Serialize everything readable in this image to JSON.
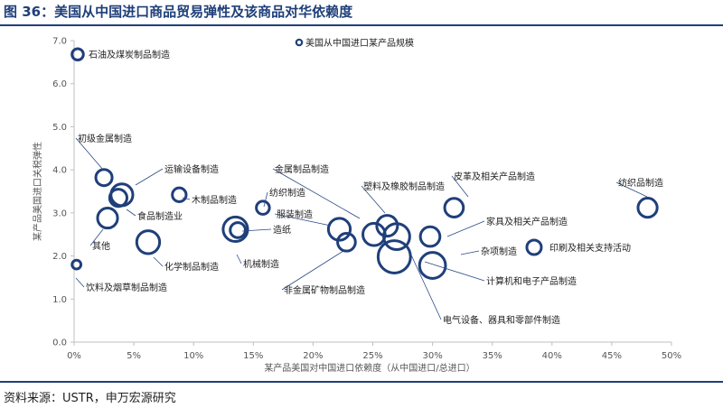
{
  "figure": {
    "title": "图 36：美国从中国进口商品贸易弹性及该商品对华依赖度",
    "source": "资料来源：USTR，申万宏源研究"
  },
  "colors": {
    "bubble": "#1f3f7a",
    "accent": "#1f3f7a",
    "axis": "#bfbfbf",
    "text": "#222222"
  },
  "chart_data": {
    "type": "scatter",
    "subtype": "bubble",
    "xlabel": "某产品美国对中国进口依赖度（从中国进口/总进口）",
    "ylabel": "某产品美国进口关税弹性",
    "xlim": [
      0,
      0.5
    ],
    "ylim": [
      0,
      7
    ],
    "x_ticks": [
      "0%",
      "5%",
      "10%",
      "15%",
      "20%",
      "25%",
      "30%",
      "35%",
      "40%",
      "45%",
      "50%"
    ],
    "y_ticks": [
      "0.0",
      "1.0",
      "2.0",
      "3.0",
      "4.0",
      "5.0",
      "6.0",
      "7.0"
    ],
    "legend": "美国从中国进口某产品规模",
    "legend_position": "top-center",
    "grid": false,
    "points": [
      {
        "label": "石油及煤炭制品制造",
        "x": 0.003,
        "y": 6.68,
        "size": 0.3
      },
      {
        "label": "初级金属制造",
        "x": 0.025,
        "y": 3.82,
        "size": 1.0
      },
      {
        "label": "运输设备制造",
        "x": 0.04,
        "y": 3.42,
        "size": 2.3
      },
      {
        "label": "食品制造业",
        "x": 0.037,
        "y": 3.35,
        "size": 1.2
      },
      {
        "label": "其他",
        "x": 0.028,
        "y": 2.88,
        "size": 1.8
      },
      {
        "label": "化学制品制造",
        "x": 0.062,
        "y": 2.32,
        "size": 2.6
      },
      {
        "label": "饮料及烟草制品制造",
        "x": 0.002,
        "y": 1.8,
        "size": 0.1
      },
      {
        "label": "木制品制造",
        "x": 0.088,
        "y": 3.42,
        "size": 0.6
      },
      {
        "label": "机械制造",
        "x": 0.135,
        "y": 2.62,
        "size": 3.1
      },
      {
        "label": "造纸",
        "x": 0.137,
        "y": 2.6,
        "size": 0.8
      },
      {
        "label": "纺织制造",
        "x": 0.158,
        "y": 3.12,
        "size": 0.5
      },
      {
        "label": "服装制造",
        "x": 0.222,
        "y": 2.62,
        "size": 2.3
      },
      {
        "label": "非金属矿物制品制造",
        "x": 0.228,
        "y": 2.32,
        "size": 1.3
      },
      {
        "label": "金属制品制造",
        "x": 0.251,
        "y": 2.5,
        "size": 2.4
      },
      {
        "label": "塑料及橡胶制品制造",
        "x": 0.262,
        "y": 2.7,
        "size": 2.0
      },
      {
        "label": "电气设备、器具和零部件制造",
        "x": 0.27,
        "y": 2.45,
        "size": 3.6
      },
      {
        "label": "计算机和电子产品制造",
        "x": 0.268,
        "y": 1.98,
        "size": 6.2
      },
      {
        "label": "杂项制造",
        "x": 0.3,
        "y": 1.78,
        "size": 3.6
      },
      {
        "label": "家具及相关产品制造",
        "x": 0.298,
        "y": 2.45,
        "size": 1.7
      },
      {
        "label": "皮革及相关产品制造",
        "x": 0.318,
        "y": 3.12,
        "size": 1.5
      },
      {
        "label": "印刷及相关支持活动",
        "x": 0.385,
        "y": 2.2,
        "size": 0.7
      },
      {
        "label": "纺织品制造",
        "x": 0.48,
        "y": 3.12,
        "size": 1.6
      }
    ]
  }
}
